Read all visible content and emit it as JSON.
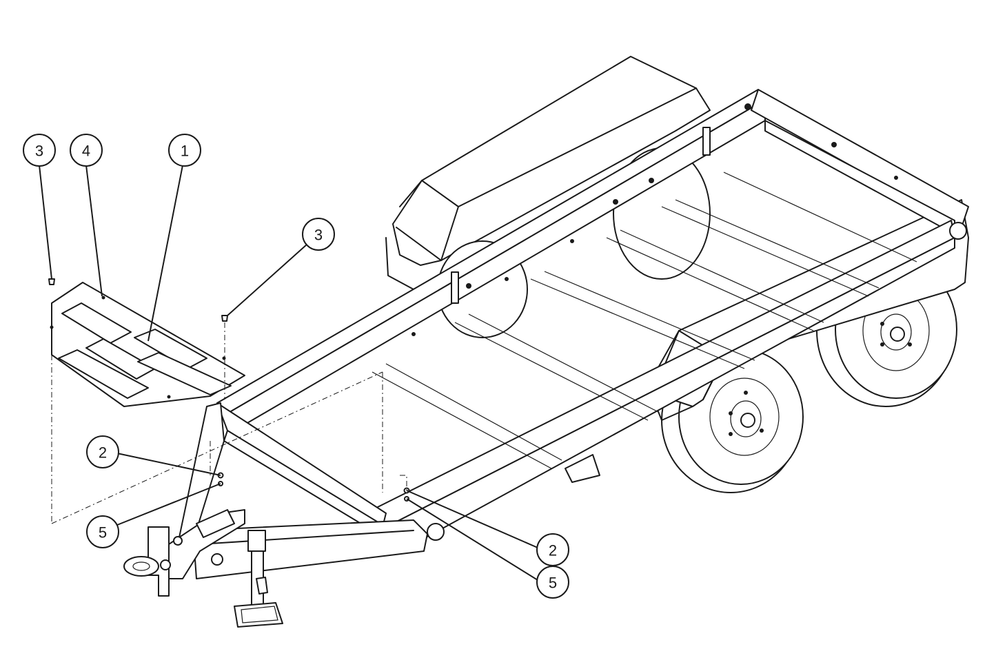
{
  "callouts": [
    {
      "id": "c3a",
      "label": "3"
    },
    {
      "id": "c4",
      "label": "4"
    },
    {
      "id": "c1",
      "label": "1"
    },
    {
      "id": "c3b",
      "label": "3"
    },
    {
      "id": "c2a",
      "label": "2"
    },
    {
      "id": "c5a",
      "label": "5"
    },
    {
      "id": "c2b",
      "label": "2"
    },
    {
      "id": "c5b",
      "label": "5"
    }
  ],
  "colors": {
    "line": "#1a1a1a",
    "background": "#ffffff"
  }
}
